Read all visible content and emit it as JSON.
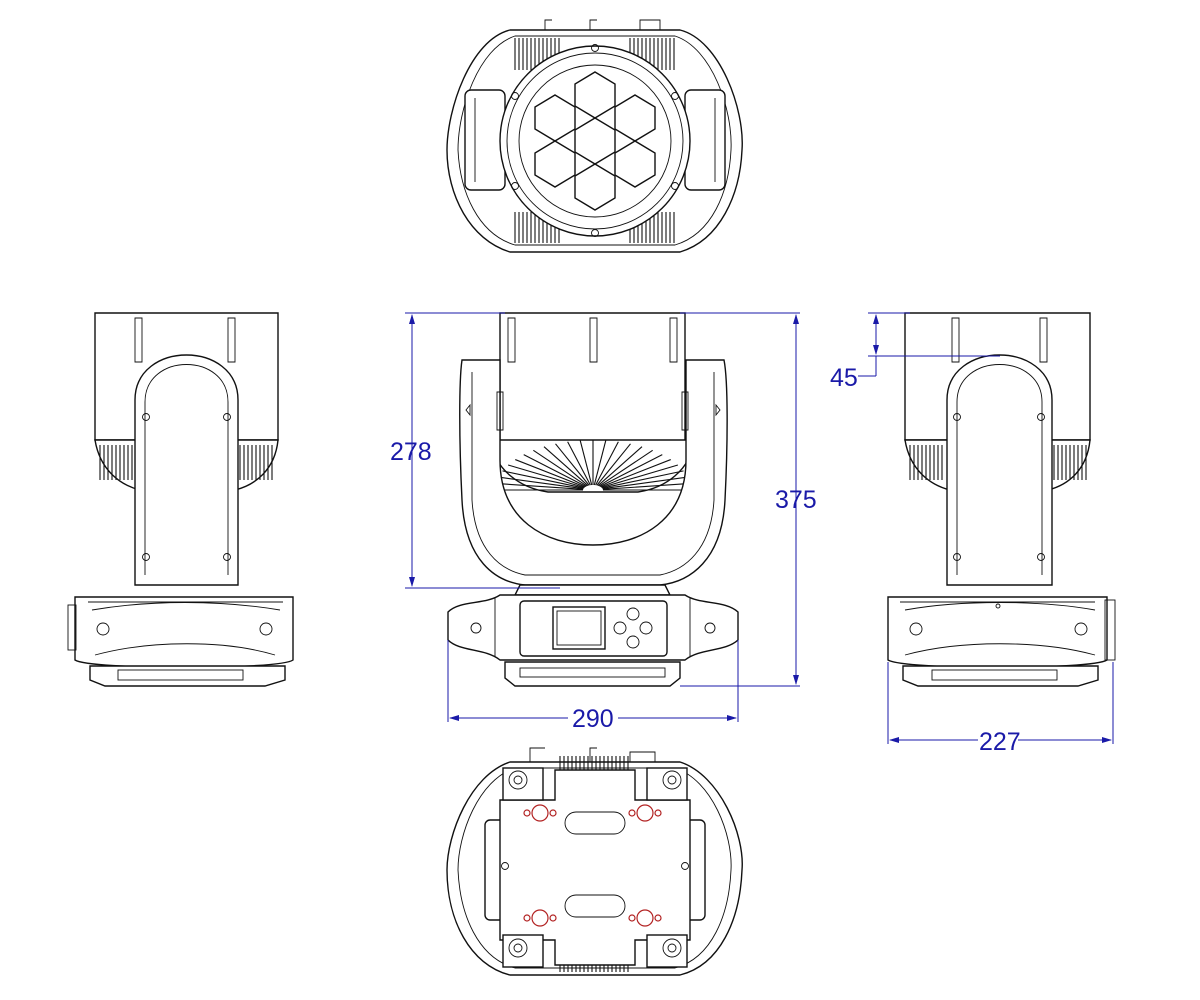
{
  "dimensions": {
    "height_head": "278",
    "height_total": "375",
    "tilt_offset": "45",
    "width_front": "290",
    "width_side": "227"
  },
  "colors": {
    "line": "#111111",
    "dimension": "#1a1aa8",
    "hole_marks": "#b22222",
    "background": "#ffffff"
  }
}
